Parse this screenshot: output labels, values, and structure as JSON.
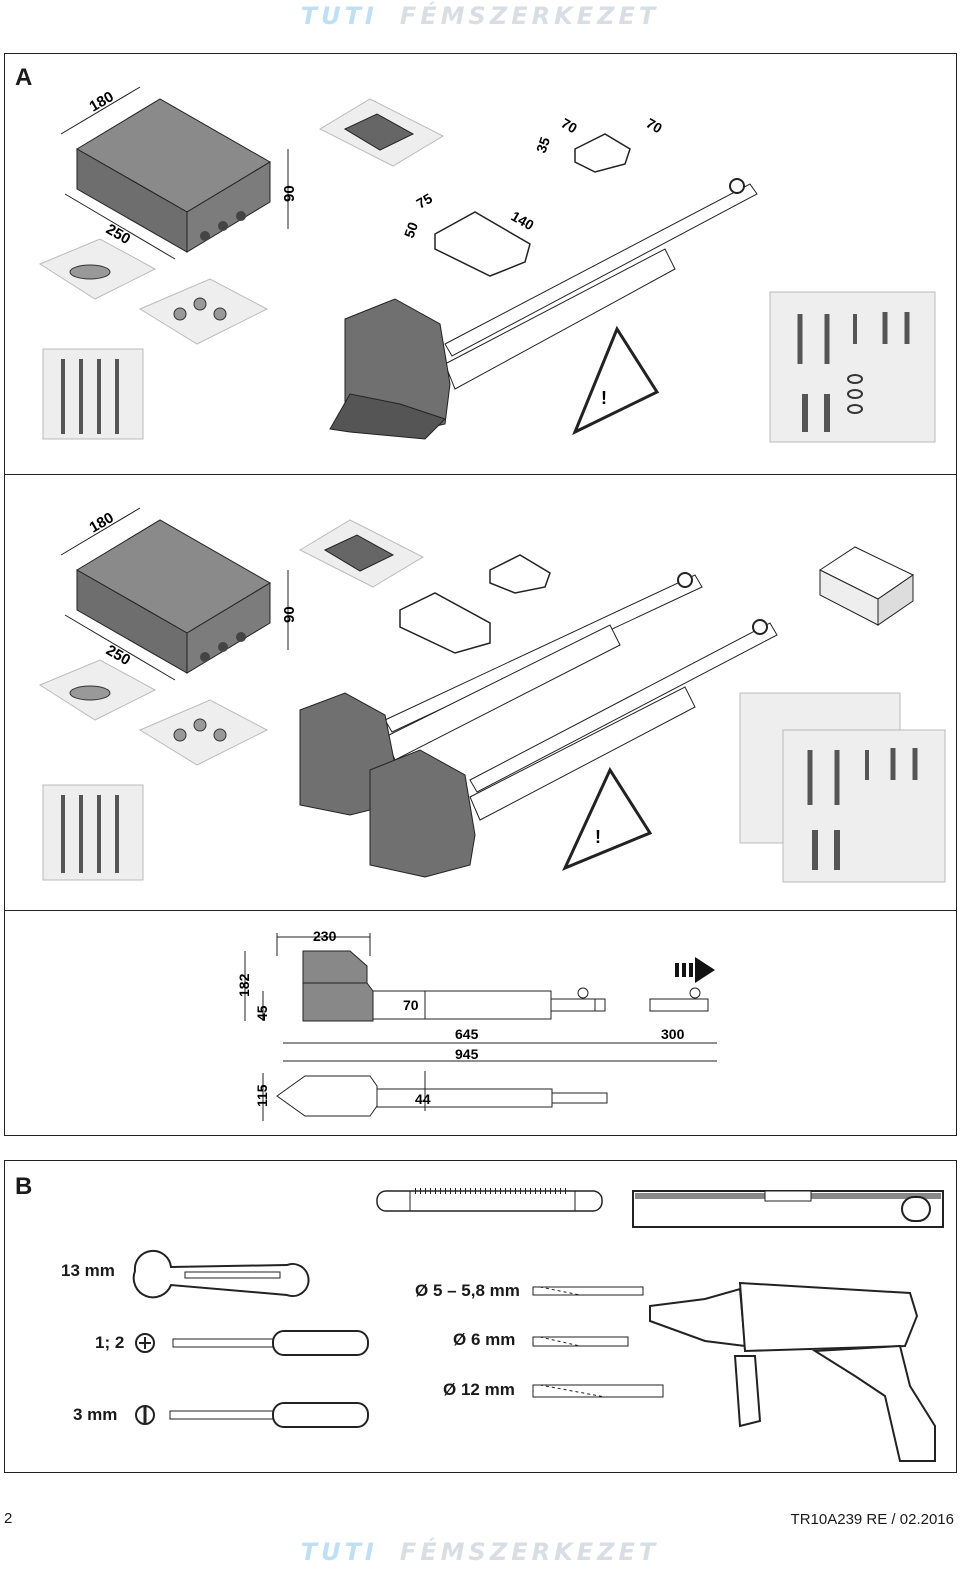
{
  "watermark": {
    "part1": "TUTI",
    "part2": "FÉMSZERKEZET"
  },
  "sectionA": {
    "label": "A",
    "set1": {
      "box_dims": [
        "180",
        "250",
        "90"
      ],
      "bracket1_dims": [
        "50",
        "75",
        "140"
      ],
      "bracket2_dims": [
        "35",
        "70",
        "70"
      ]
    },
    "set2": {
      "box_dims": [
        "180",
        "250",
        "90"
      ]
    },
    "drawing": {
      "dims": [
        "230",
        "182",
        "45",
        "70",
        "645",
        "945",
        "300",
        "115",
        "44"
      ]
    }
  },
  "sectionB": {
    "label": "B",
    "tools": [
      {
        "label": "13 mm",
        "icon": "wrench-icon"
      },
      {
        "label": "1; 2",
        "icon": "phillips-screwdriver-icon"
      },
      {
        "label": "3 mm",
        "icon": "flat-screwdriver-icon"
      }
    ],
    "drills": [
      {
        "label": "Ø 5 – 5,8 mm"
      },
      {
        "label": "Ø 6 mm"
      },
      {
        "label": "Ø 12 mm"
      }
    ],
    "other_icons": [
      "folding-ruler-icon",
      "spirit-level-icon",
      "power-drill-icon"
    ]
  },
  "footer": {
    "page_number": "2",
    "doc_code": "TR10A239  RE / 02.2016"
  }
}
